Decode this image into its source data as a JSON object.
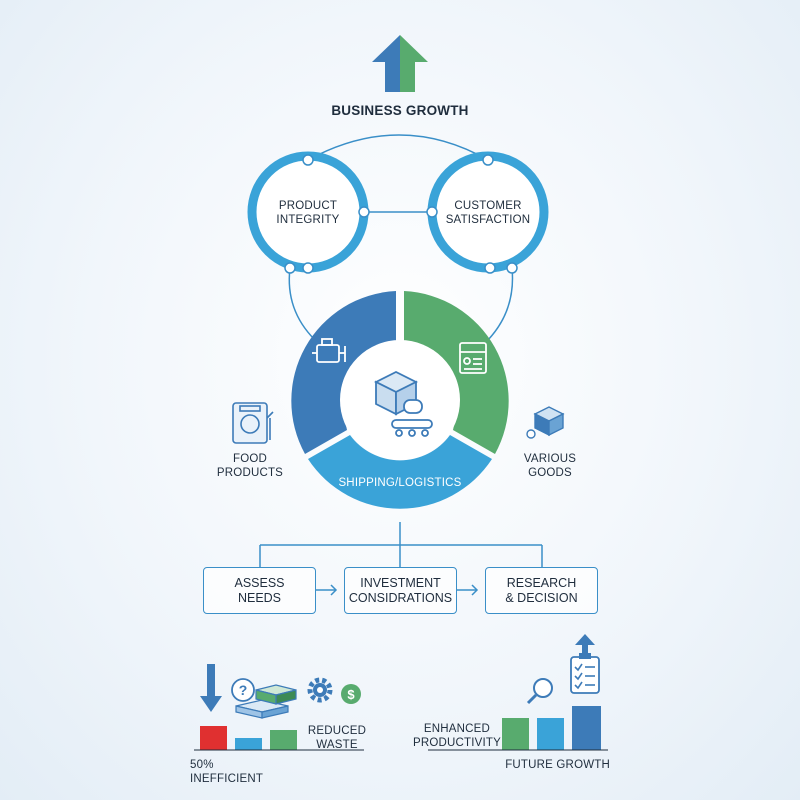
{
  "top": {
    "title": "BUSINESS GROWTH"
  },
  "circles": {
    "left": "PRODUCT\nINTEGRITY",
    "right": "CUSTOMER\nSATISFACTION"
  },
  "donut": {
    "bottom_label": "SHIPPING/LOGISTICS",
    "colors": {
      "left": "#3d7bb8",
      "right": "#58ab6e",
      "bottom": "#3aa3d8"
    }
  },
  "side_labels": {
    "left": "FOOD\nPRODUCTS",
    "right": "VARIOUS\nGOODS"
  },
  "process": [
    {
      "label": "ASSESS\nNEEDS"
    },
    {
      "label": "INVESTMENT\nCONSIDRATIONS"
    },
    {
      "label": "RESEARCH\n& DECISION"
    }
  ],
  "bottom_left": {
    "caption": "50% INEFFICIENT",
    "note": "REDUCED\nWASTE"
  },
  "bottom_right": {
    "note": "ENHANCED\nPRODUCTIVITY",
    "caption": "FUTURE GROWTH"
  },
  "colors": {
    "blue": "#3d7bb8",
    "green": "#58ab6e",
    "cyan": "#3aa3d8",
    "red": "#e03030",
    "line": "#3a8fc8",
    "text": "#1f2d3d"
  },
  "icons": [
    "up-arrow-icon",
    "engine-icon",
    "control-panel-icon",
    "package-conveyor-icon",
    "food-bag-icon",
    "boxes-icon",
    "down-arrow-icon",
    "question-icon",
    "stacked-boxes-icon",
    "gear-icon",
    "dollar-icon",
    "magnifier-icon",
    "checklist-icon"
  ]
}
